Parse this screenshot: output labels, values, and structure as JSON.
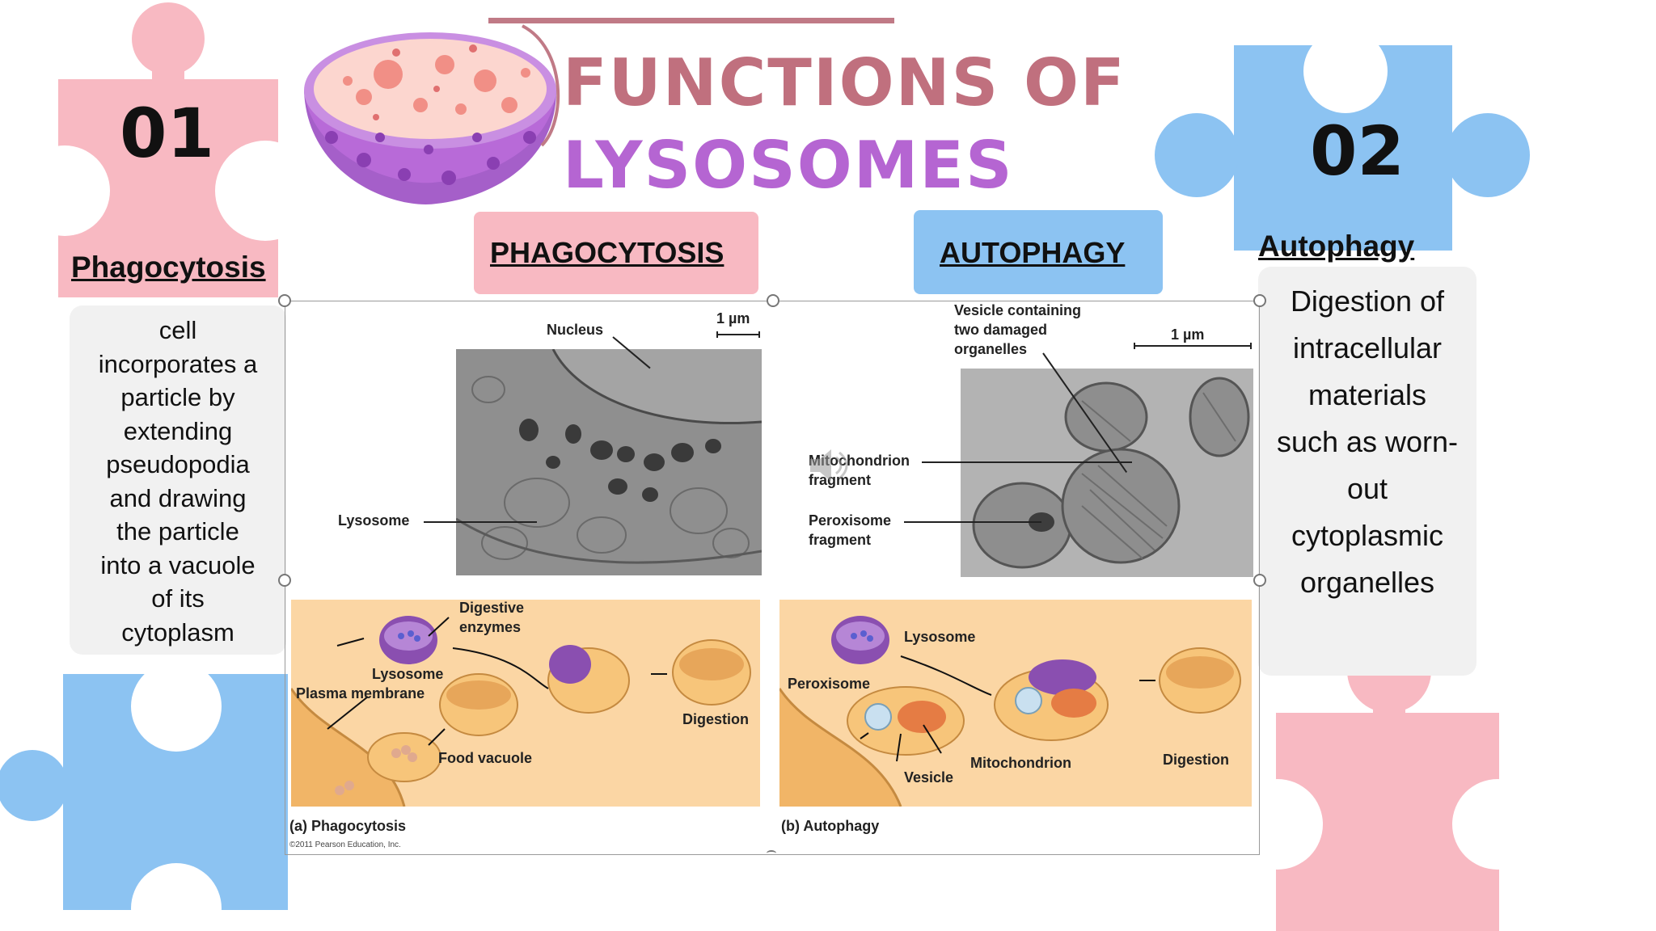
{
  "title": {
    "line1": "FUNCTIONS OF",
    "line2": "LYSOSOMES"
  },
  "left_card": {
    "number": "01",
    "heading": "Phagocytosis",
    "lines": [
      "cell",
      "incorporates a",
      "particle by",
      "extending",
      "pseudopodia",
      "and drawing",
      "the particle",
      "into a vacuole",
      "of its",
      "cytoplasm"
    ]
  },
  "right_card": {
    "number": "02",
    "heading": "Autophagy",
    "lines": [
      "Digestion of",
      "intracellular",
      "materials",
      "such as worn-",
      "out",
      "cytoplasmic",
      "organelles"
    ]
  },
  "tabs": {
    "phagocytosis": "PHAGOCYTOSIS",
    "autophagy": "AUTOPHAGY"
  },
  "figure": {
    "scale_left": "1 µm",
    "scale_right": "1 µm",
    "nucleus": "Nucleus",
    "lysosome_em": "Lysosome",
    "vesicle_l1": "Vesicle containing",
    "vesicle_l2": "two damaged",
    "vesicle_l3": "organelles",
    "mito_frag_l1": "Mitochondrion",
    "mito_frag_l2": "fragment",
    "perox_frag_l1": "Peroxisome",
    "perox_frag_l2": "fragment",
    "digestive_l1": "Digestive",
    "digestive_l2": "enzymes",
    "lysosome_a": "Lysosome",
    "plasma_membrane": "Plasma membrane",
    "food_vacuole": "Food vacuole",
    "digestion_a": "Digestion",
    "lysosome_b": "Lysosome",
    "peroxisome_b": "Peroxisome",
    "vesicle_b": "Vesicle",
    "mitochondrion_b": "Mitochondrion",
    "digestion_b": "Digestion",
    "caption_a": "(a) Phagocytosis",
    "caption_b": "(b) Autophagy",
    "copyright": "©2011 Pearson Education, Inc."
  },
  "colors": {
    "pink": "#f8b9c2",
    "blue": "#8cc3f2",
    "title1": "#c0707e",
    "title2": "#b565d2",
    "panel": "#fbd6a4"
  }
}
